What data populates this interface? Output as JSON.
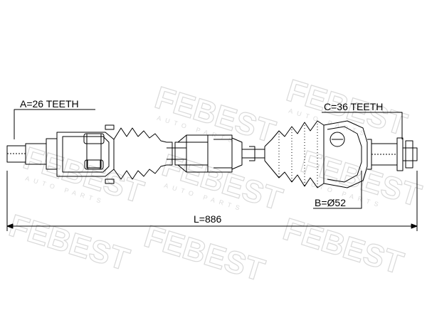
{
  "watermark": {
    "brand": "FEBEST",
    "tagline": "AUTO PARTS"
  },
  "dimensions": {
    "spline_a": "A=26 TEETH",
    "spline_c": "C=36 TEETH",
    "diameter_b": "B=Ø52",
    "length": "L=886"
  }
}
